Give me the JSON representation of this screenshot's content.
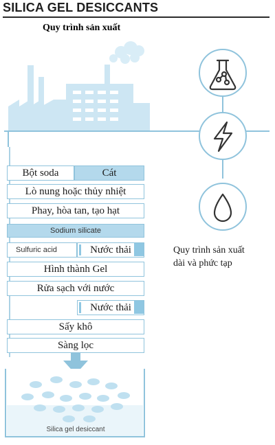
{
  "header": {
    "title": "SILICA GEL DESICCANTS",
    "subtitle": "Quy trình sản xuất"
  },
  "steps": {
    "soda": "Bột soda",
    "sand": "Cát",
    "furnace": "Lò nung hoặc thủy nhiệt",
    "dissolve": "Phay, hòa tan, tạo hạt",
    "sodium_silicate": "Sodium silicate",
    "sulfuric_acid": "Sulfuric acid",
    "waste_water_1": "Nước thải",
    "gel": "Hình thành Gel",
    "wash": "Rửa sạch với nước",
    "waste_water_2": "Nước thải",
    "dry": "Sấy khô",
    "sieve": "Sàng lọc"
  },
  "product_label": "Silica gel desiccant",
  "side_note": {
    "line1": "Quy trình sản xuất",
    "line2": "dài và phức tạp"
  },
  "icons": [
    "flask-icon",
    "lightning-icon",
    "water-drop-icon"
  ],
  "colors": {
    "line_blue": "#8fc3dc",
    "fill_blue": "#b4d9ec",
    "icon_stroke": "#333333",
    "factory_blue": "#cde6f3"
  }
}
